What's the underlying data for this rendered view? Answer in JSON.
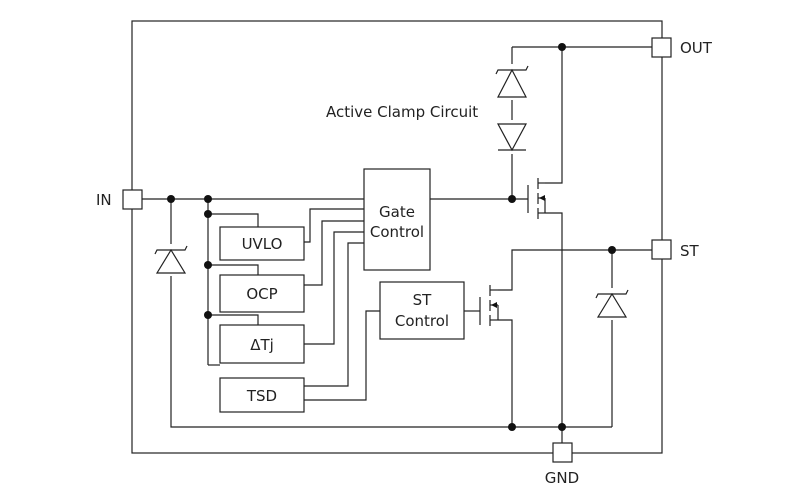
{
  "pins": {
    "in": "IN",
    "out": "OUT",
    "st": "ST",
    "gnd": "GND"
  },
  "labels": {
    "active_clamp": "Active Clamp Circuit"
  },
  "blocks": {
    "gate_control": [
      "Gate",
      "Control"
    ],
    "st_control": [
      "ST",
      "Control"
    ],
    "uvlo": "UVLO",
    "ocp": "OCP",
    "delta_tj": "ΔTj",
    "tsd": "TSD"
  }
}
